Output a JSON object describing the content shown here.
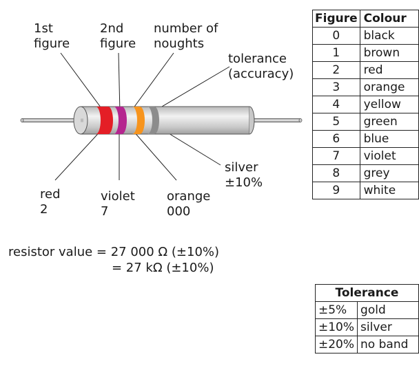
{
  "labels": {
    "first_figure": [
      "1st",
      "figure"
    ],
    "second_figure": [
      "2nd",
      "figure"
    ],
    "noughts": [
      "number of",
      "noughts"
    ],
    "tolerance": [
      "tolerance",
      "(accuracy)"
    ],
    "silver": [
      "silver",
      "±10%"
    ],
    "red": [
      "red",
      "2"
    ],
    "violet": [
      "violet",
      "7"
    ],
    "orange": [
      "orange",
      "000"
    ]
  },
  "value": {
    "line1": "resistor value = 27 000 Ω (±10%)",
    "line2": "= 27 kΩ (±10%)"
  },
  "colour_table": {
    "headers": [
      "Figure",
      "Colour"
    ],
    "rows": [
      [
        "0",
        "black"
      ],
      [
        "1",
        "brown"
      ],
      [
        "2",
        "red"
      ],
      [
        "3",
        "orange"
      ],
      [
        "4",
        "yellow"
      ],
      [
        "5",
        "green"
      ],
      [
        "6",
        "blue"
      ],
      [
        "7",
        "violet"
      ],
      [
        "8",
        "grey"
      ],
      [
        "9",
        "white"
      ]
    ]
  },
  "tolerance_table": {
    "header": "Tolerance",
    "rows": [
      [
        "±5%",
        "gold"
      ],
      [
        "±10%",
        "silver"
      ],
      [
        "±20%",
        "no band"
      ]
    ]
  },
  "colors": {
    "body": "#d3d3d3",
    "red_band": "#e41e26",
    "violet_band": "#b5258f",
    "orange_band": "#f7941d",
    "silver_band": "#8c8c8c"
  }
}
